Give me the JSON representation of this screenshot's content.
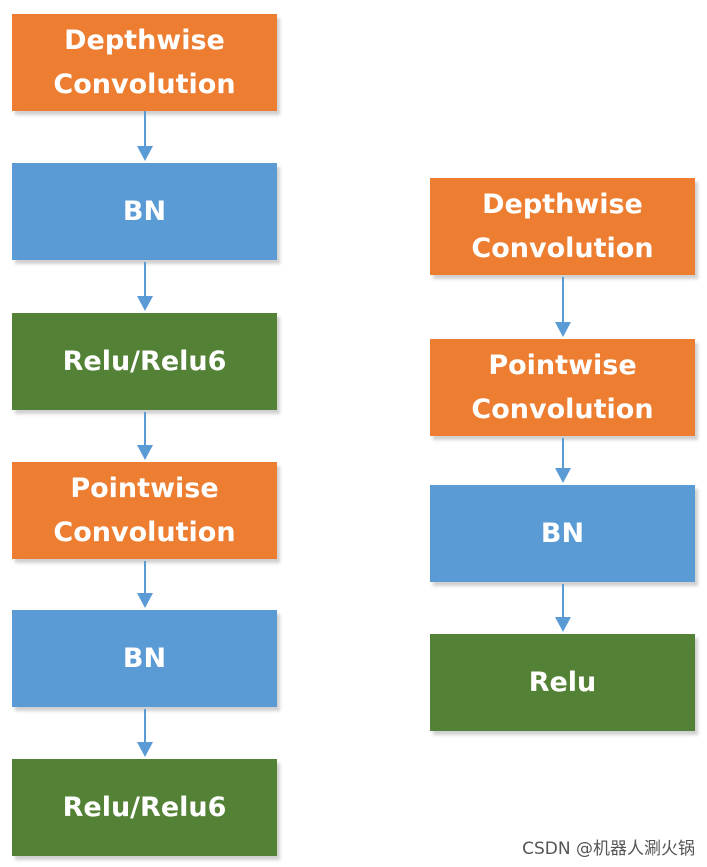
{
  "left_flow": {
    "nodes": [
      {
        "label": "Depthwise\nConvolution",
        "color": "#ed7d31"
      },
      {
        "label": "BN",
        "color": "#5b9bd5"
      },
      {
        "label": "Relu/Relu6",
        "color": "#538135"
      },
      {
        "label": "Pointwise\nConvolution",
        "color": "#ed7d31"
      },
      {
        "label": "BN",
        "color": "#5b9bd5"
      },
      {
        "label": "Relu/Relu6",
        "color": "#538135"
      }
    ]
  },
  "right_flow": {
    "nodes": [
      {
        "label": "Depthwise\nConvolution",
        "color": "#ed7d31"
      },
      {
        "label": "Pointwise\nConvolution",
        "color": "#ed7d31"
      },
      {
        "label": "BN",
        "color": "#5b9bd5"
      },
      {
        "label": "Relu",
        "color": "#538135"
      }
    ]
  },
  "arrow_color": "#5b9bd5",
  "watermark": "CSDN @机器人涮火锅"
}
